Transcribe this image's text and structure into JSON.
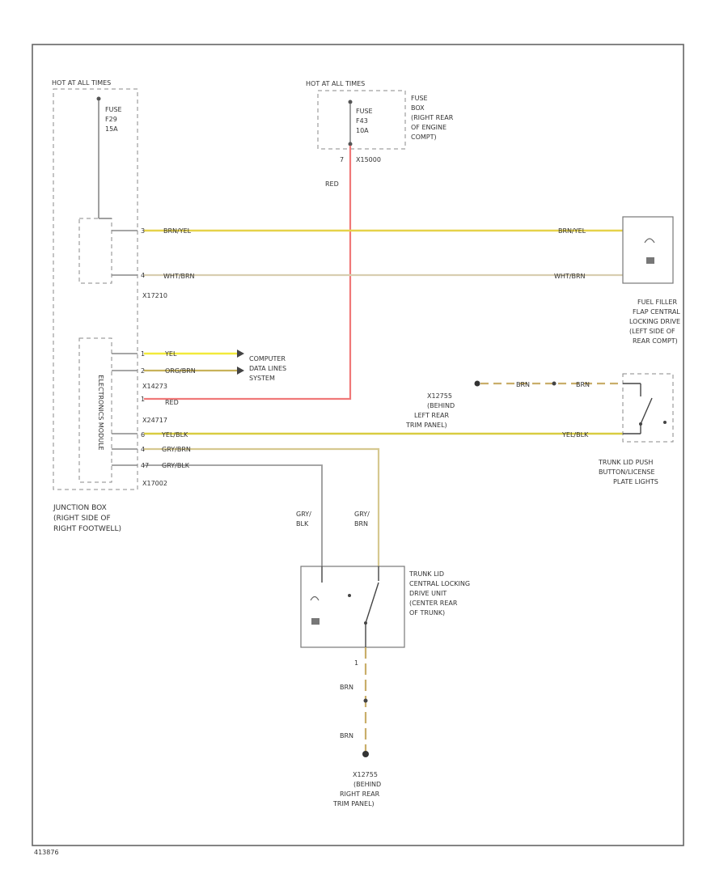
{
  "fuse_box_left": {
    "title": "HOT AT ALL TIMES",
    "fuse_label": "FUSE",
    "fuse_id": "F29",
    "fuse_rating": "15A"
  },
  "fuse_box_right": {
    "title": "HOT AT ALL TIMES",
    "fuse_label": "FUSE",
    "fuse_id": "F43",
    "fuse_rating": "10A",
    "location": [
      "FUSE",
      "BOX",
      "(RIGHT REAR",
      "OF ENGINE",
      "COMPT)"
    ],
    "connector": "X15000",
    "pin": "7"
  },
  "junction_box": {
    "module_label": "ELECTRONICS MODULE",
    "connectors": [
      "X17210",
      "X14273",
      "X24717",
      "X17002"
    ],
    "location": [
      "JUNCTION BOX",
      "(RIGHT SIDE OF",
      "RIGHT FOOTWELL)"
    ]
  },
  "pins": [
    "3",
    "4",
    "1",
    "2",
    "1",
    "6",
    "4",
    "47"
  ],
  "wires": {
    "brn_yel": "BRN/YEL",
    "wht_brn": "WHT/BRN",
    "yel": "YEL",
    "org_brn": "ORG/BRN",
    "red": "RED",
    "yel_blk": "YEL/BLK",
    "gry_brn": "GRY/BRN",
    "gry_blk": "GRY/BLK",
    "brn": "BRN",
    "gry_blk_split": [
      "GRY/",
      "BLK"
    ],
    "gry_brn_split": [
      "GRY/",
      "BRN"
    ]
  },
  "computer_data": [
    "COMPUTER",
    "DATA LINES",
    "SYSTEM"
  ],
  "fuel_filler": [
    "FUEL FILLER",
    "FLAP CENTRAL",
    "LOCKING DRIVE",
    "(LEFT SIDE OF",
    "REAR COMPT)"
  ],
  "ground_left": [
    "X12755",
    "(BEHIND",
    "LEFT REAR",
    "TRIM PANEL)"
  ],
  "trunk_switch": [
    "TRUNK LID PUSH",
    "BUTTON/LICENSE",
    "PLATE LIGHTS"
  ],
  "trunk_drive": [
    "TRUNK LID",
    "CENTRAL LOCKING",
    "DRIVE UNIT",
    "(CENTER REAR",
    "OF TRUNK)"
  ],
  "drive_pin": "1",
  "ground_right": [
    "X12755",
    "(BEHIND",
    "RIGHT REAR",
    "TRIM PANEL)"
  ],
  "figure_id": "413876",
  "colors": {
    "brn_yel": "#e6d24a",
    "wht_brn": "#d8ceb0",
    "yel": "#f2ea3a",
    "org_brn": "#c8b25a",
    "red": "#f07878",
    "yel_blk": "#d8cc40",
    "gry_brn": "#d6c890",
    "brn": "#c9ae6a"
  }
}
